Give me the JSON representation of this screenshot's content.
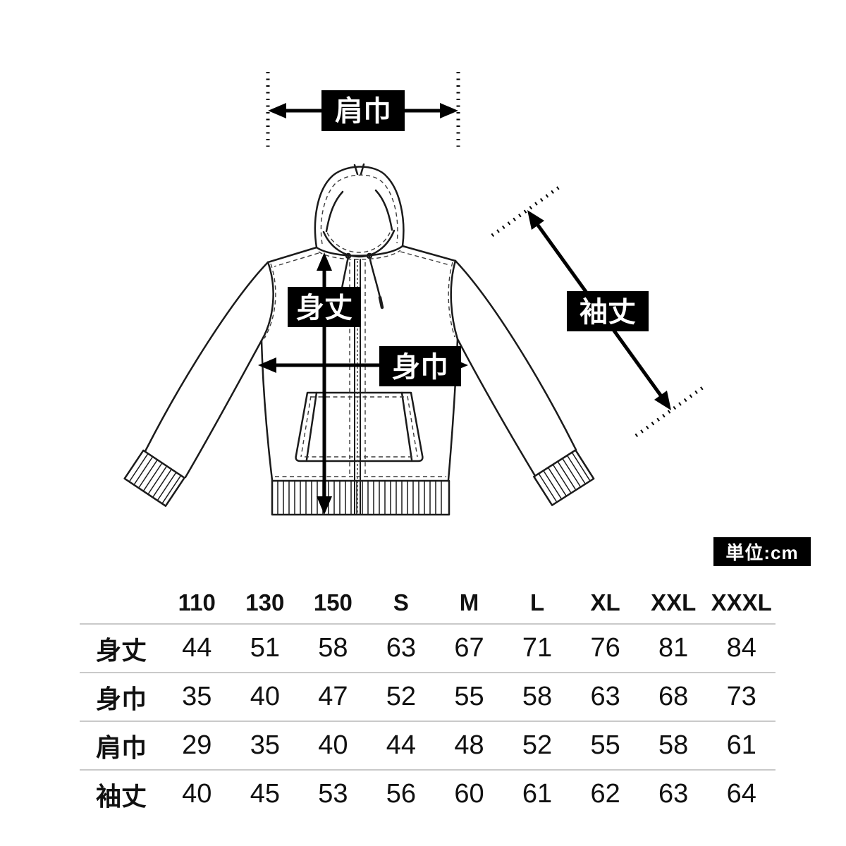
{
  "unit_badge": "単位:cm",
  "diagram": {
    "labels": {
      "shoulder_width": "肩巾",
      "body_length": "身丈",
      "body_width": "身巾",
      "sleeve_length": "袖丈"
    }
  },
  "table": {
    "columns": [
      "110",
      "130",
      "150",
      "S",
      "M",
      "L",
      "XL",
      "XXL",
      "XXXL"
    ],
    "rows": [
      {
        "label": "身丈",
        "values": [
          "44",
          "51",
          "58",
          "63",
          "67",
          "71",
          "76",
          "81",
          "84"
        ]
      },
      {
        "label": "身巾",
        "values": [
          "35",
          "40",
          "47",
          "52",
          "55",
          "58",
          "63",
          "68",
          "73"
        ]
      },
      {
        "label": "肩巾",
        "values": [
          "29",
          "35",
          "40",
          "44",
          "48",
          "52",
          "55",
          "58",
          "61"
        ]
      },
      {
        "label": "袖丈",
        "values": [
          "40",
          "45",
          "53",
          "56",
          "60",
          "61",
          "62",
          "63",
          "64"
        ]
      }
    ]
  }
}
